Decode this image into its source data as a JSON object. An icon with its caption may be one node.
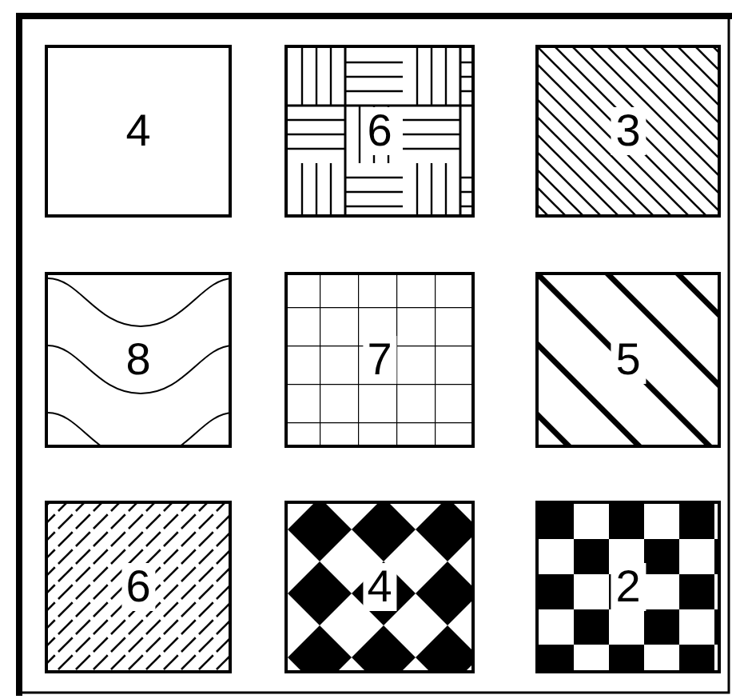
{
  "diagram": {
    "nodes": [
      {
        "text": [
          "4"
        ]
      },
      {
        "text": [
          "6"
        ]
      },
      {
        "text": [
          "3"
        ]
      },
      {
        "text": [
          "8"
        ]
      },
      {
        "text": [
          "7"
        ]
      },
      {
        "text": [
          "5"
        ]
      },
      {
        "text": [
          "6"
        ]
      },
      {
        "text": [
          "4"
        ]
      },
      {
        "text": [
          "2"
        ]
      }
    ]
  }
}
